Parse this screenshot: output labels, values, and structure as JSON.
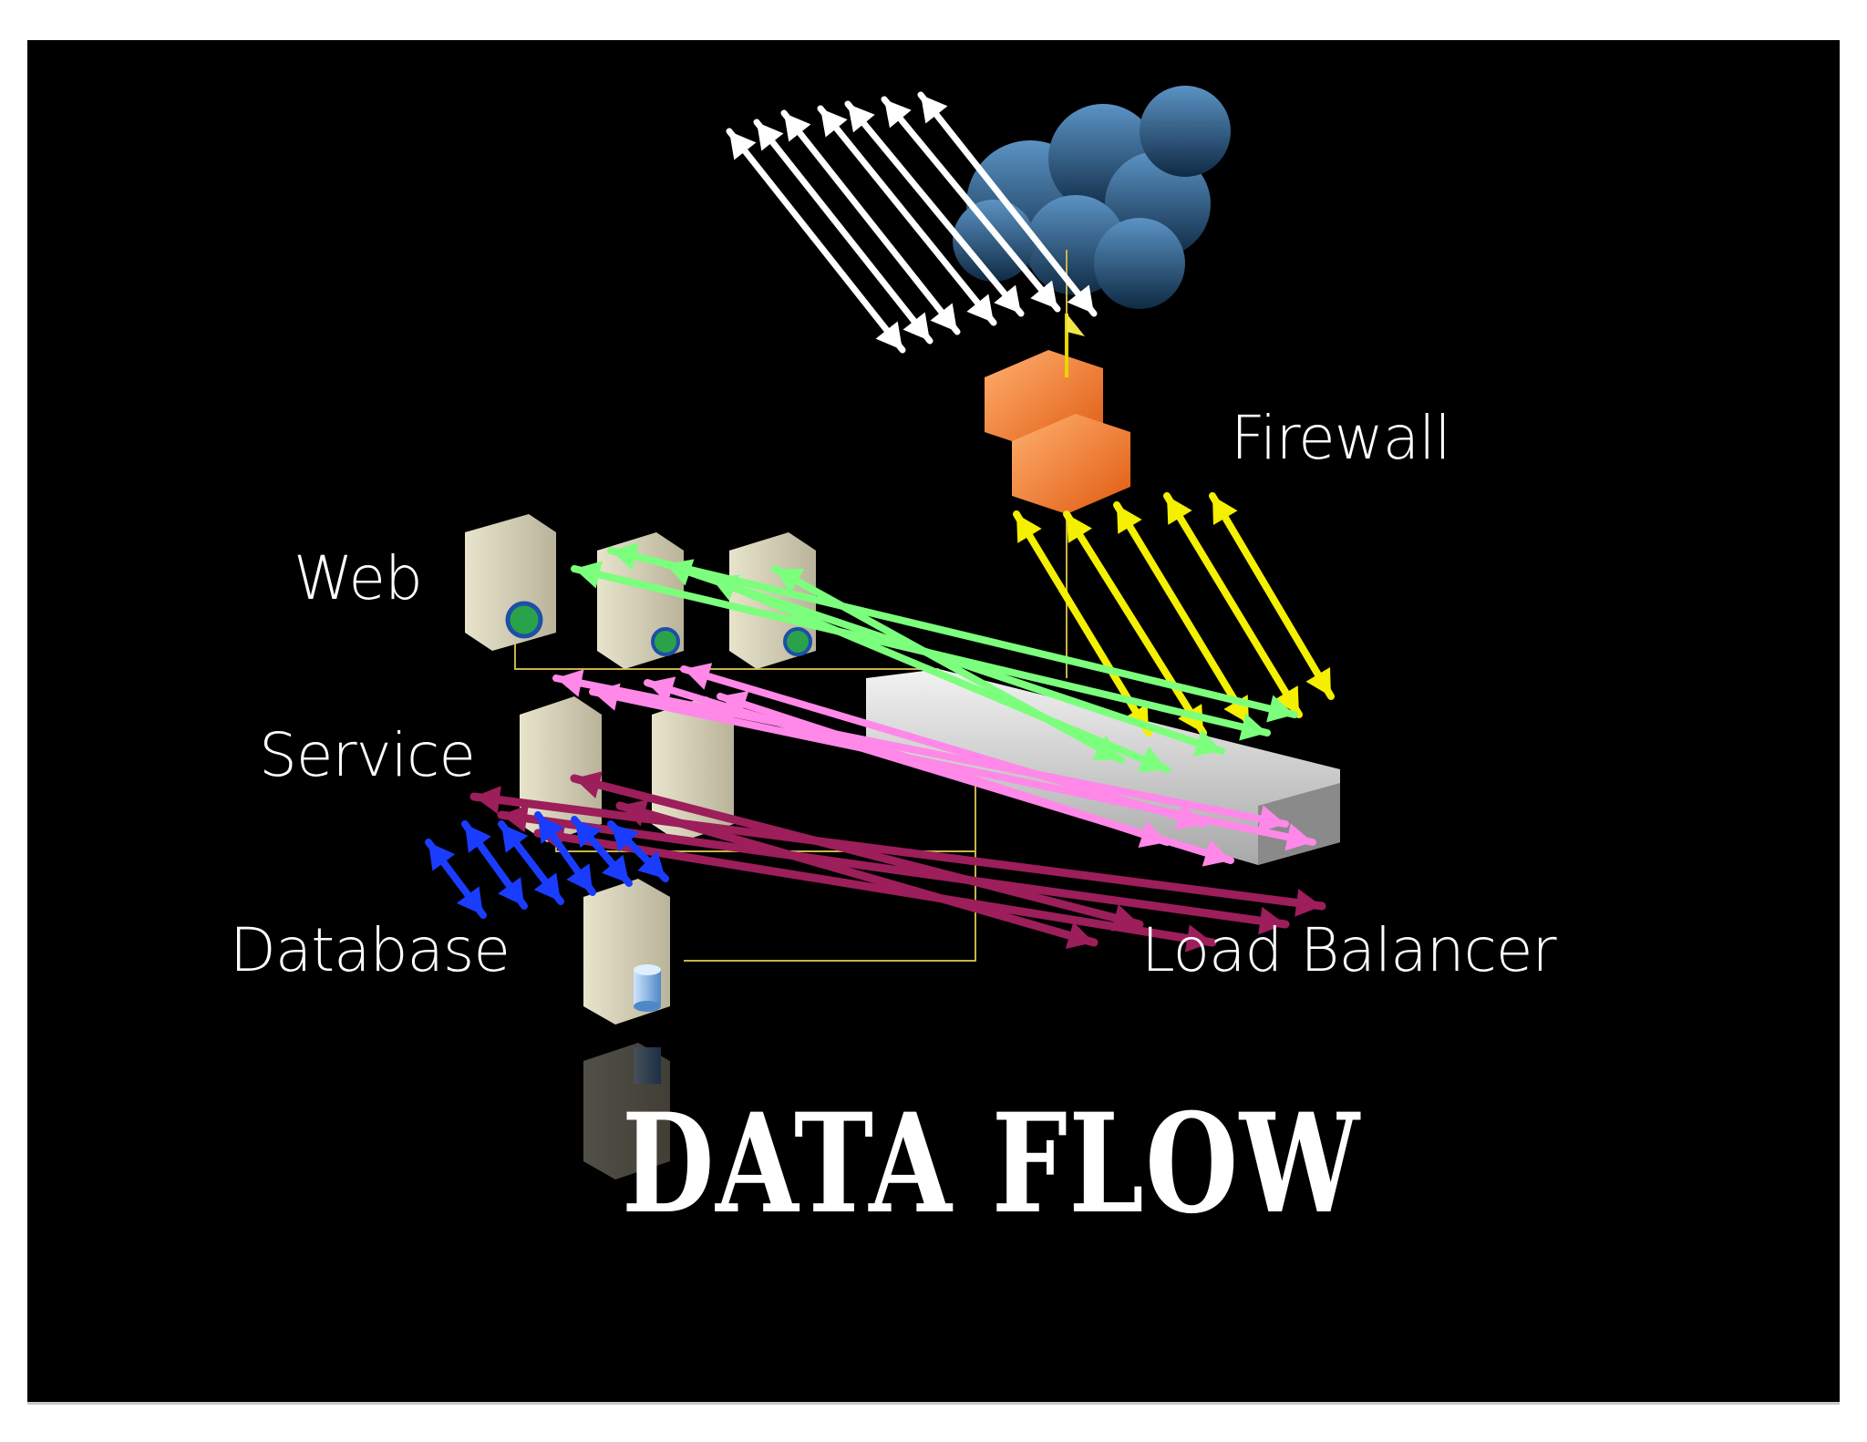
{
  "slide": {
    "title": "DATA FLOW",
    "background": "#000000"
  },
  "nodes": {
    "firewall": "Firewall",
    "web": "Web",
    "service": "Service",
    "database": "Database",
    "load_balancer": "Load Balancer"
  },
  "icons": [
    "cloud-icon",
    "firewall-icon",
    "web-server-icon",
    "service-server-icon",
    "database-server-icon",
    "load-balancer-icon",
    "globe-icon",
    "database-cylinder-icon"
  ],
  "flow_colors": {
    "internet": "#ffffff",
    "firewall_lb": "#f4f000",
    "lb_web": "#7cff7c",
    "web_service": "#ff88e8",
    "service_lb": "#9c1e5a",
    "service_db": "#1a3cff"
  }
}
